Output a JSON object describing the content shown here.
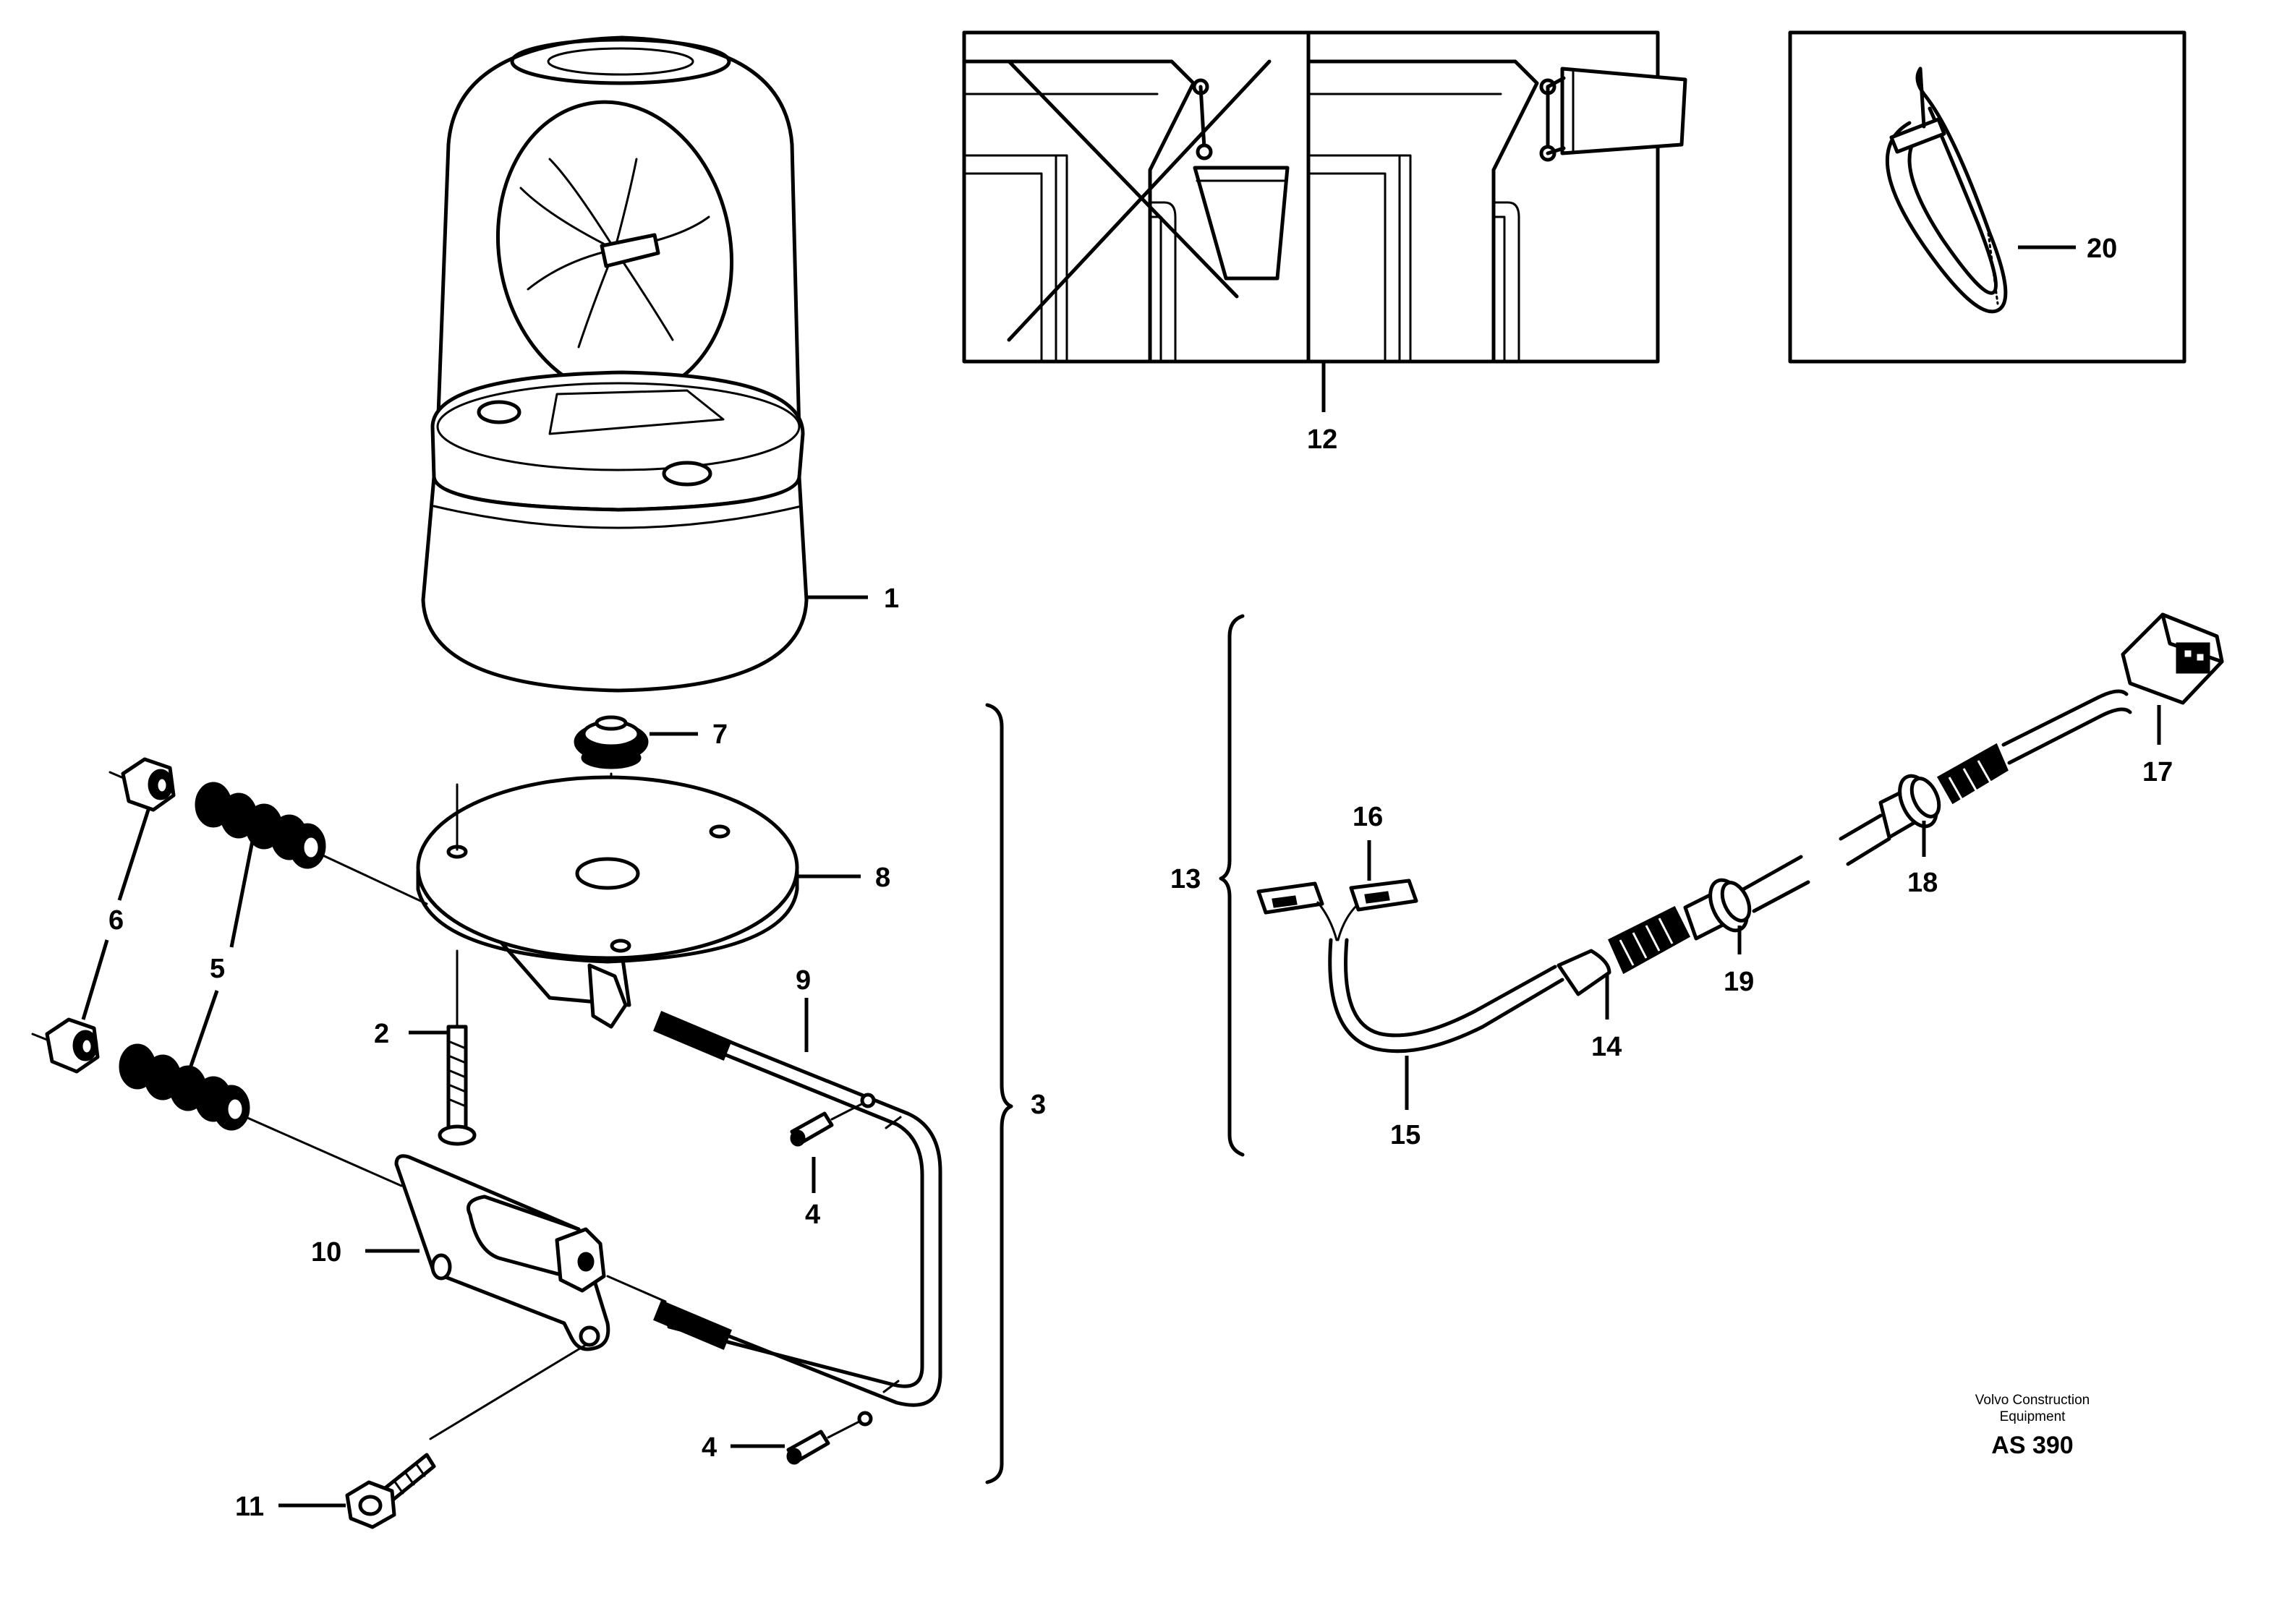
{
  "callouts": {
    "c1": "1",
    "c2": "2",
    "c3": "3",
    "c4a": "4",
    "c4b": "4",
    "c5": "5",
    "c6": "6",
    "c7": "7",
    "c8": "8",
    "c9": "9",
    "c10": "10",
    "c11": "11",
    "c12": "12",
    "c13": "13",
    "c14": "14",
    "c15": "15",
    "c16": "16",
    "c17": "17",
    "c18": "18",
    "c19": "19",
    "c20": "20"
  },
  "footer": {
    "brand_line1": "Volvo Construction",
    "brand_line2": "Equipment",
    "code": "AS 390"
  }
}
